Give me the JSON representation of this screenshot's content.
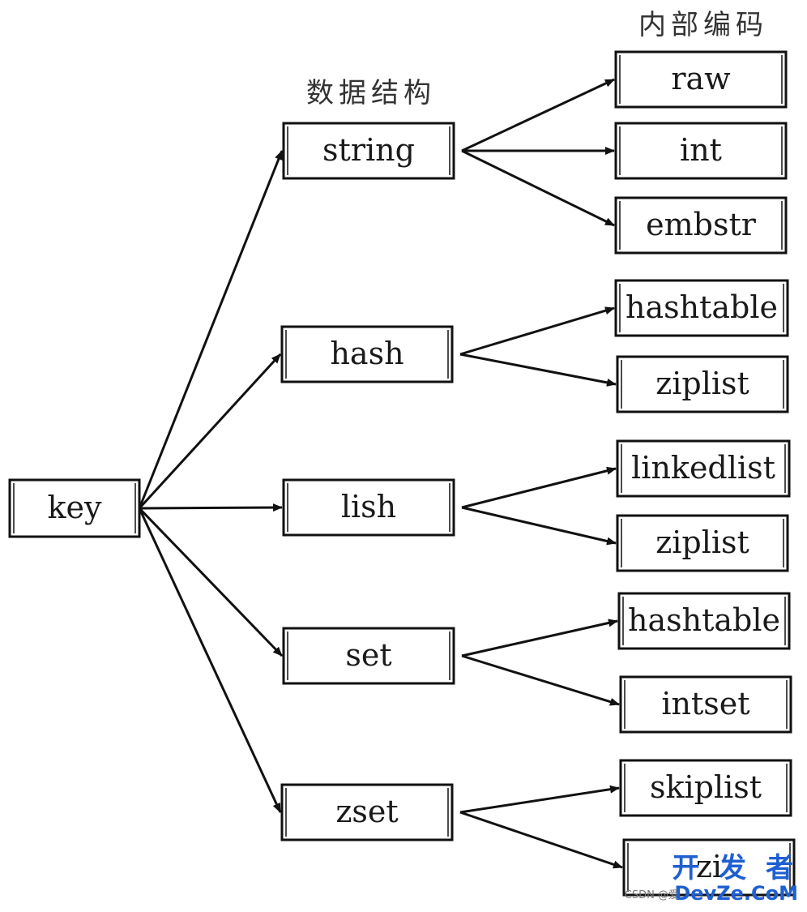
{
  "headers": {
    "structures": "数据结构",
    "encodings": "内部编码"
  },
  "root": {
    "label": "key"
  },
  "structures": [
    {
      "label": "string",
      "encodings": [
        "raw",
        "int",
        "embstr"
      ]
    },
    {
      "label": "hash",
      "encodings": [
        "hashtable",
        "ziplist"
      ]
    },
    {
      "label": "lish",
      "encodings": [
        "linkedlist",
        "ziplist"
      ]
    },
    {
      "label": "set",
      "encodings": [
        "hashtable",
        "intset"
      ]
    },
    {
      "label": "zset",
      "encodings": [
        "skiplist",
        "zi"
      ]
    }
  ],
  "watermark": {
    "site_cn": "开 发 者",
    "site_url": "DevZe.CoM",
    "source": "CSDN @爱"
  },
  "colors": {
    "stroke": "#111111",
    "watermark": "#1f5fd1"
  }
}
